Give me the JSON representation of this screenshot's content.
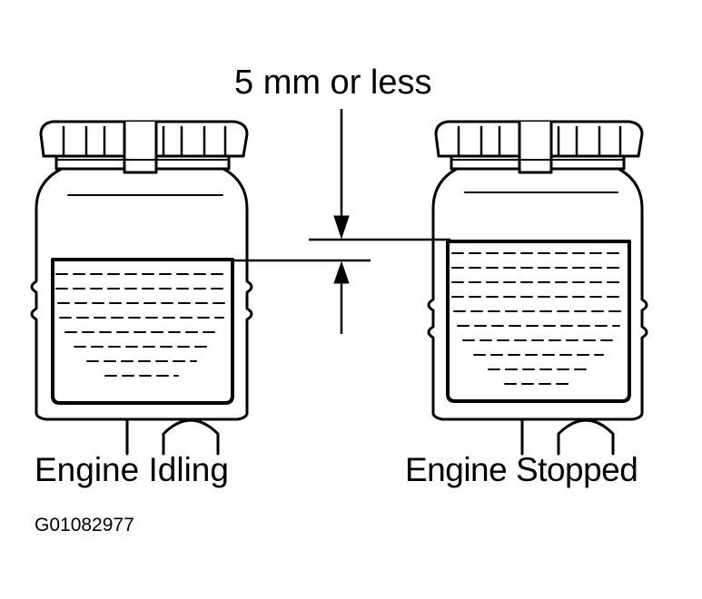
{
  "labels": {
    "clearance": "5 mm or less",
    "left_reservoir": "Engine Idling",
    "right_reservoir": "Engine Stopped",
    "figure_id": "G01082977"
  },
  "colors": {
    "ink": "#000000",
    "background": "#ffffff"
  }
}
